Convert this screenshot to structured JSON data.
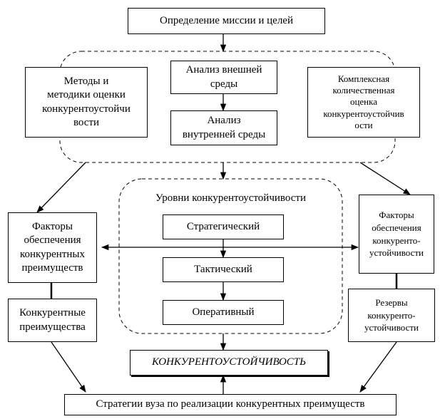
{
  "nodes": {
    "mission": "Определение миссии и целей",
    "methods": "Методы и\nметодики оценки\nконкурентоустойчи\nвости",
    "external_analysis": "Анализ внешней\nсреды",
    "internal_analysis": "Анализ\nвнутренней среды",
    "complex_assessment": "Комплексная\nколичественная\nоценка\nконкурентоустойчив\nости",
    "levels_title": "Уровни конкурентоустойчивости",
    "strategic": "Стратегический",
    "tactical": "Тактический",
    "operative": "Оперативный",
    "factors_competitive": "Факторы\nобеспечения\nконкурентных\nпреимуществ",
    "factors_stability": "Факторы\nобеспечения\nконкуренто-\nустойчивости",
    "competitive_advantages": "Конкурентные\nпреимущества",
    "reserves": "Резервы\nконкуренто-\nустойчивости",
    "competitiveness": "КОНКУРЕНТОУСТОЙЧИВОСТЬ",
    "strategies": "Стратегии вуза по реализации конкурентных преимуществ"
  }
}
